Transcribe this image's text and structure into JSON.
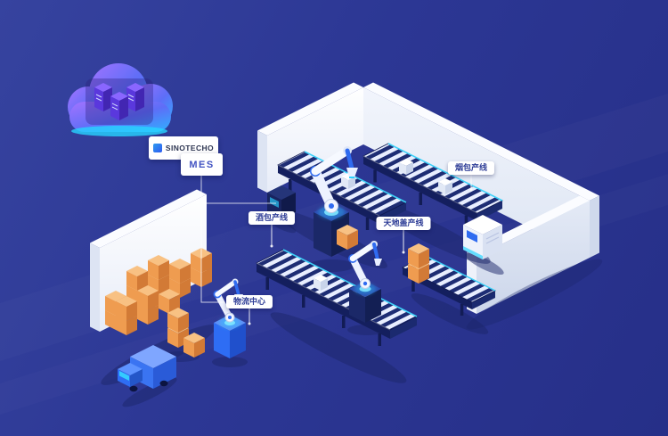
{
  "brand_card": {
    "label": "SINOTECHO"
  },
  "mes_card": {
    "label": "MES"
  },
  "line_labels": {
    "cigarette_pack_line": "烟包产线",
    "lid_and_base_box_line": "天地盖产线",
    "wine_pack_line": "酒包产线",
    "logistics_center": "物流中心"
  },
  "icons": {
    "cloud": "cloud-computing-icon",
    "logo": "sinotecho-logo-icon"
  },
  "colors": {
    "background": "#2c3794",
    "accent_cyan": "#35d6ff",
    "accent_blue": "#2f6bf0",
    "wall_white": "#f5f7fd",
    "conveyor_navy": "#1e2d74",
    "crate_orange": "#ef9c50",
    "cloud_purple": "#8a66ff",
    "label_text": "#2d3c96"
  }
}
